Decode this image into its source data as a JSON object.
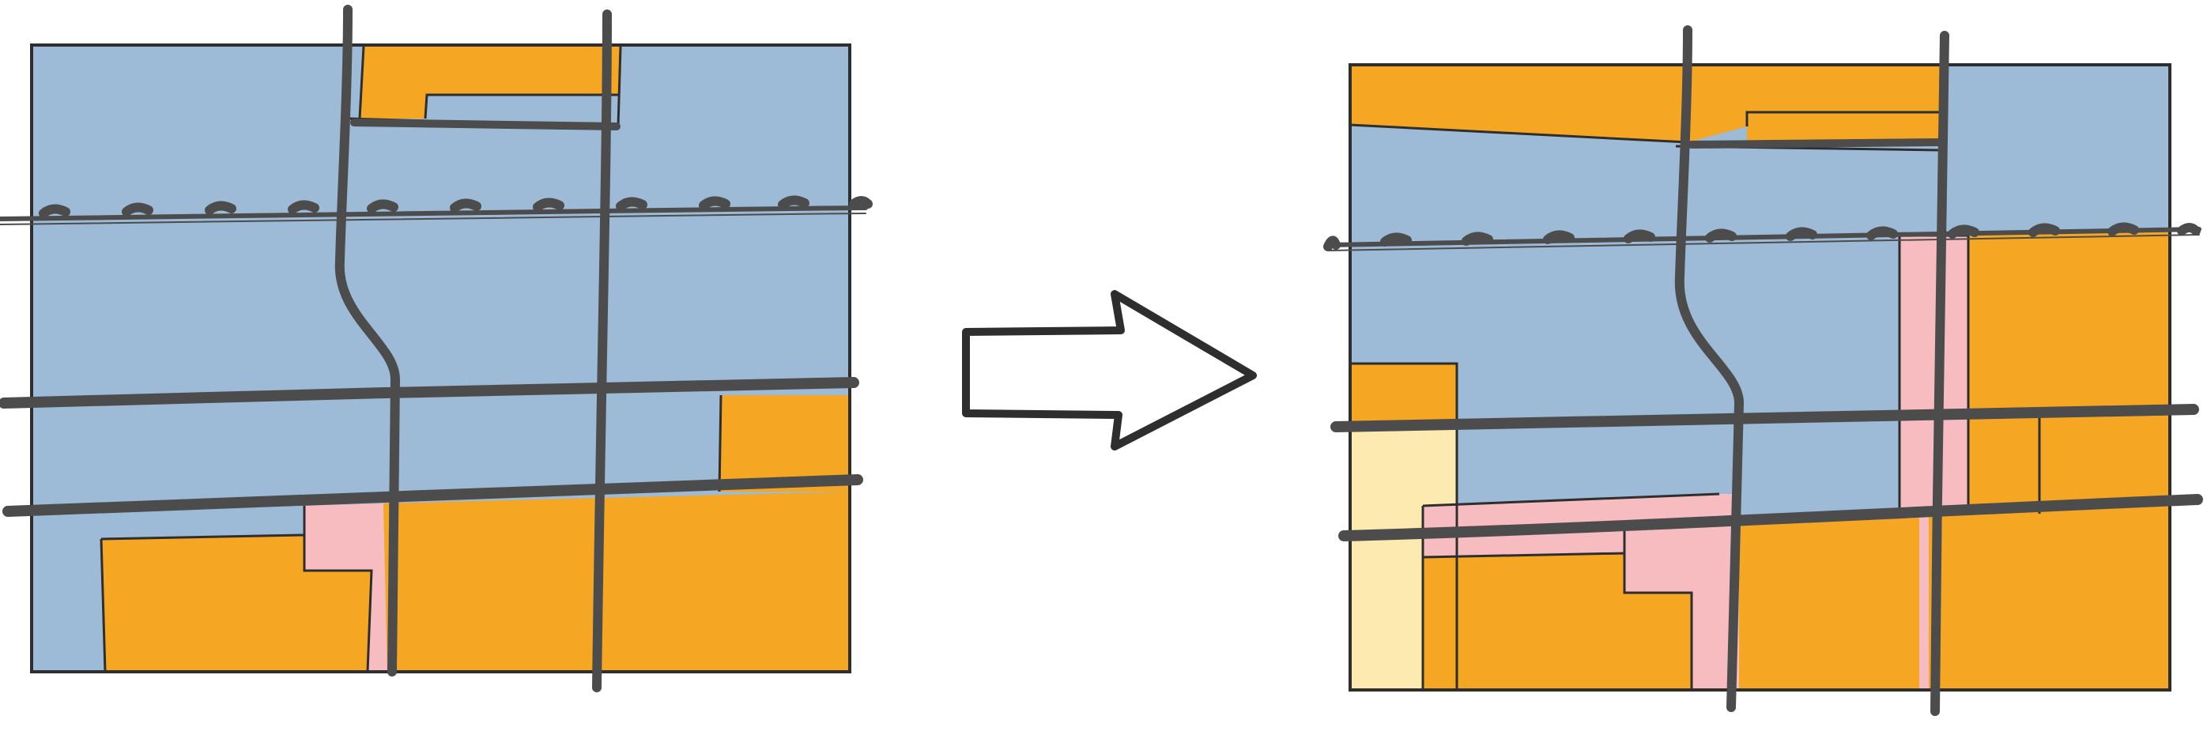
{
  "colors": {
    "blue": "#9DBAD6",
    "orange": "#F5A623",
    "pink": "#F6BCC0",
    "yellow": "#FDEAB0",
    "outline": "#2E2E2E",
    "road": "#4C4C4C",
    "arrow_fill": "#FFFFFF"
  },
  "maps": [
    {
      "name": "before-map",
      "zones": [
        {
          "name": "zone-blue-base",
          "color": "blue"
        },
        {
          "name": "zone-orange-top",
          "color": "orange"
        },
        {
          "name": "zone-orange-right",
          "color": "orange"
        },
        {
          "name": "zone-orange-bottom-left",
          "color": "orange"
        },
        {
          "name": "zone-pink-strip",
          "color": "pink"
        },
        {
          "name": "zone-orange-bottom-right",
          "color": "orange"
        }
      ],
      "roads": [
        {
          "name": "railway",
          "kind": "railway"
        },
        {
          "name": "road-horizontal-mid",
          "kind": "road"
        },
        {
          "name": "road-horizontal-low",
          "kind": "road"
        },
        {
          "name": "road-vertical-curved",
          "kind": "road"
        },
        {
          "name": "road-vertical-straight",
          "kind": "road"
        },
        {
          "name": "road-short-top",
          "kind": "road"
        }
      ]
    },
    {
      "name": "after-map",
      "zones": [
        {
          "name": "zone-blue-base",
          "color": "blue"
        },
        {
          "name": "zone-orange-top-band",
          "color": "orange"
        },
        {
          "name": "zone-orange-right",
          "color": "orange"
        },
        {
          "name": "zone-pink-vertical-strip",
          "color": "pink"
        },
        {
          "name": "zone-orange-left-small",
          "color": "orange"
        },
        {
          "name": "zone-yellow-left",
          "color": "yellow"
        },
        {
          "name": "zone-pink-horizontal-strip",
          "color": "pink"
        },
        {
          "name": "zone-orange-bottom",
          "color": "orange"
        },
        {
          "name": "zone-pink-notch",
          "color": "pink"
        }
      ],
      "roads": [
        {
          "name": "railway",
          "kind": "railway"
        },
        {
          "name": "road-horizontal-mid",
          "kind": "road"
        },
        {
          "name": "road-horizontal-low",
          "kind": "road"
        },
        {
          "name": "road-vertical-curved",
          "kind": "road"
        },
        {
          "name": "road-vertical-straight",
          "kind": "road"
        },
        {
          "name": "road-short-top",
          "kind": "road"
        }
      ]
    }
  ],
  "transition_arrow": {
    "name": "transition-arrow-icon",
    "direction": "right"
  }
}
